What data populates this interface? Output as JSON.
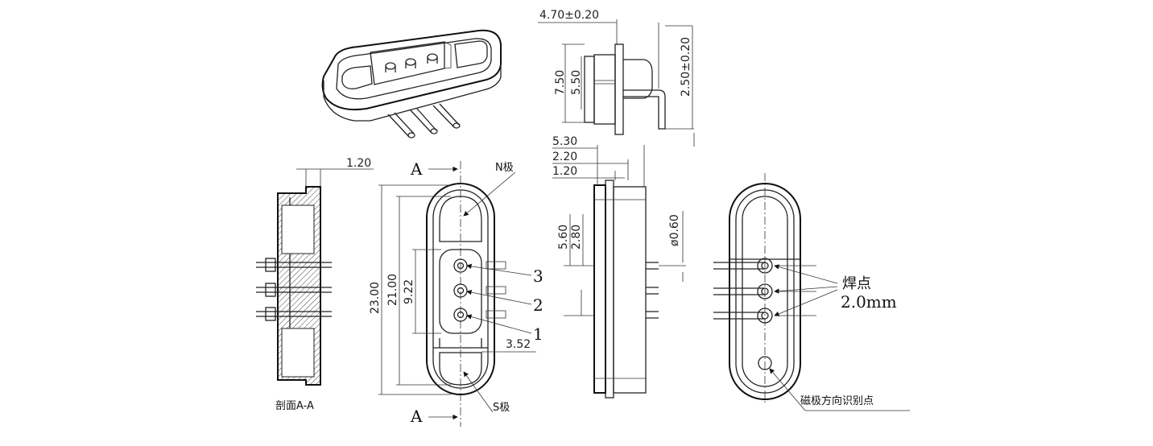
{
  "labels": {
    "section_marker_top": "A",
    "section_marker_bottom": "A",
    "n_pole": "N极",
    "s_pole": "S极",
    "pin3": "3",
    "pin2": "2",
    "pin1": "1",
    "solder_point": "焊点",
    "solder_size": "2.0mm",
    "orientation_mark": "磁极方向识别点",
    "section_label": "剖面A-A"
  },
  "dimensions": {
    "top_width": "4.70±0.20",
    "top_height": "2.50±0.20",
    "side_750": "7.50",
    "side_550": "5.50",
    "d530": "5.30",
    "d220": "2.20",
    "d120_mid": "1.20",
    "d120_left": "1.20",
    "d560": "5.60",
    "d280": "2.80",
    "d060": "ø0.60",
    "d2300": "23.00",
    "d2100": "21.00",
    "d922": "9.22",
    "d352": "3.52"
  }
}
